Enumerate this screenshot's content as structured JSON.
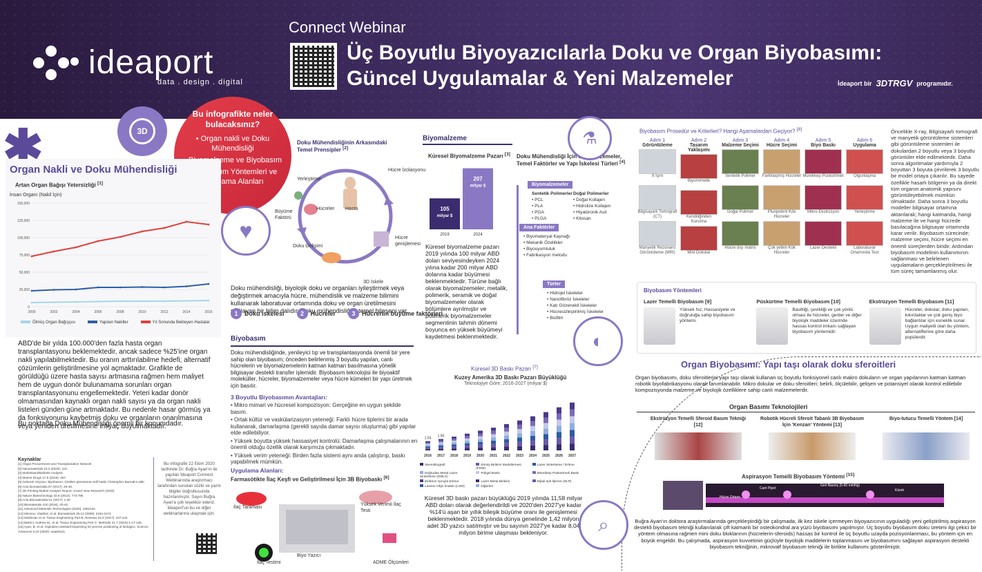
{
  "header": {
    "logo": "ideaport",
    "logo_sub": "data . design . digital",
    "event": "Connect Webinar",
    "title_line1": "Üç Boyutlu Biyoyazıcılarla Doku ve Organ Biyobasımı:",
    "title_line2": "Güncel Uygulamalar & Yeni Malzemeler",
    "partner_left": "İdeaport bir",
    "partner_brand": "3DTRGV",
    "partner_right": "programıdır."
  },
  "infocard": {
    "title": "Bu infografikte neler bulacaksınız?",
    "items": [
      "• Organ nakli ve Doku Mühendisliği",
      "• Biyomalzeme ve Biyobasım",
      "• Biyobasım Yöntemleri ve Uygulama Alanları"
    ]
  },
  "left": {
    "title": "Organ Nakli ve Doku Mühendisliği",
    "chart_title": "Artan Organ Bağışı Yetersizliği",
    "chart_ref": "[1]",
    "ylabel": "İnsan Organı (Nakil İçin)",
    "p1": "ABD'de bir yılda 100.000'den fazla hasta organ transplantasyonu beklemektedir, ancak sadece %25'ine organ nakli yapılabilmektedir. Bu oranın arttırılabilme hedefi; alternatif çözümlerin geliştirilmesine yol açmaktadır. Grafikte de görüldüğü üzere hasta sayısı artmasına rağmen hem maliyet hem de uygun donör bulunamama sorunları organ transplantasyonunu engellemektedir. Yeteri kadar donör olmamasından kaynaklı organ nakli sayısı ya da organ nakli listeleri günden güne artmaktadır. Bu nedenle hasar görmüş ya da fonksiyonunu kaybetmiş doku ve organların onarılmasına veya yeniden üretilmesine ihtiyaç duyulmaktadır.",
    "p2": "Bu noktada Doku Mühendisliği önemli bir konumdadır.",
    "refs_title": "Kaynaklar",
    "refs": [
      "[1] Organ Procurement and Transplantation Network",
      "[2] Nanomaterials 10.3 (2020): 119.",
      "[3] MarketsandMarkets Analysis",
      "[4] Marine Drugs 17.8 (2019): 467",
      "[5] Gelecek Vizyonu: Biyobasım. Üretilen görüntünün telif hakkı Christopher Barnatt'a aittir.",
      "[6] Acta biomaterialia 57 (2017): 26-46.",
      "[7] 3D Printing Market Analysis Report, Grand View Research (2020)",
      "[8] Nature Biotechnology 32.8 (2014): 773-785",
      "[9] Acta Biomaterialia 51 (2017): 1-20",
      "[10] Biomaterials 102 (2016): 20-42",
      "[11] Advanced Materials Technologies (2020): 1901044.",
      "[12] Mironov, Vladimir, et al. Biomaterials 30.12 (2009): 2164-2174",
      "[13] Moldovan et al. Tissue Engineering Part B: Reviews 23.3 (2017): 237-244",
      "[14] Bakirci, Andrew M., et al. Tissue Engineering Part C: Methods 21.7 (2015):1-17-146.",
      "[15] Ayan, B. et al. Aspiration-assisted bioprinting for precise positioning of biologics. Science Advances 6.10 (2020): eaaw5111."
    ],
    "note": "Bu infografik 22 Ekim 2020 tarihinde Dr. Buğra Ayan'ın ile yapılan İdeaport Connect Webinarında araştırmacı tarafından sunulan sözlü ve yazılı bilgiler doğrultusunda hazırlanmıştır. Sayın Buğra Ayan'a çok teşekkür ederiz. İdeaport'un bu ve diğer webinarlarına ulaşmak için:"
  },
  "line_chart": {
    "type": "line",
    "x": [
      "2000",
      "2002",
      "2004",
      "2006",
      "2008",
      "2010",
      "2012",
      "2014",
      "2016"
    ],
    "ylim": [
      0,
      150000
    ],
    "yticks": [
      "0",
      "25,000",
      "50,000",
      "75,000",
      "100,000",
      "125,000",
      "150,000"
    ],
    "series": [
      {
        "name": "Ölmüş Organ Bağışçısı",
        "color": "#a6d6e8",
        "values": [
          6000,
          6500,
          7000,
          7500,
          8000,
          8000,
          8100,
          8500,
          9000
        ]
      },
      {
        "name": "Yapılan Nakiller",
        "color": "#2d5ea8",
        "values": [
          23000,
          24500,
          25000,
          28000,
          28000,
          28500,
          28000,
          29500,
          33000
        ]
      },
      {
        "name": "Yıl Sonunda Bekleyen Hastalar",
        "color": "#e0403c",
        "values": [
          73000,
          80000,
          86000,
          95000,
          101000,
          109000,
          114000,
          123000,
          119000
        ]
      }
    ]
  },
  "tissue": {
    "title": "Doku Mühendisliğinin Arkasındaki Temel Prensipler",
    "ref": "[2]",
    "labels": [
      "Hücre İzolasyonu",
      "Yerleştirme",
      "Büyüme Faktörü",
      "Hücreler",
      "Hasta",
      "Hücre genişlemesi",
      "Doku Gelişimi",
      "3D İskele"
    ],
    "text": "Doku mühendisliği, biyolojik doku ve organları iyileştirmek veya değiştirmek amacıyla hücre, mühendislik ve malzeme bilimini kullanarak laboratuvar ortamında doku ve organ üretilmesini sağlayan bir bilim dalıdır. Doku mühendisliği 3 temel bileşeni var.",
    "items": [
      {
        "n": "1",
        "l": "Doku iskelesi"
      },
      {
        "n": "2",
        "l": "Hücreler"
      },
      {
        "n": "3",
        "l": "Hücrenin büyüme faktörleri"
      }
    ]
  },
  "biomat": {
    "title": "Biyomalzeme",
    "chart_title": "Küresel Biyomalzeme Pazarı",
    "chart_ref": "[3]",
    "text": "Küresel biyomalzeme pazarı 2019 yılında 100 milyar ABD doları seviyesindeyken 2024 yılına kadar 200 milyar ABD dolarına kadar büyümesi beklenmektedir. Türüne bağlı olarak biyomalzemeler; metalik, polimerik, seramik ve doğal biyomalzemeler olarak bölümlere ayrılmıştır ve polimerik biyomalzemeler segmentinin tahmin dönemi boyunca en yüksek büyümeyi kaydetmesi beklenmektedir.",
    "scaffold_title": "Doku Mühendisliği İçin Biyomalzemeler, Temel Faktörler ve Yapı İskelesi Türleri",
    "scaffold_ref": "[4]",
    "tab_bio": "Biyomalzemeler",
    "syn_title": "Sentetik Polimerler",
    "syn": [
      "PCL",
      "PLA",
      "PGA",
      "PLGA"
    ],
    "nat_title": "Doğal Polimerler",
    "nat": [
      "Doğal Kollajen",
      "Hidrolize Kollajen",
      "Hiyalüronik Asit",
      "Kitosan"
    ],
    "tab_main": "Ana Faktörler",
    "main": [
      "Biyomateryal Kaynağı",
      "Mekanik Özellikler",
      "Biyouyumluluk",
      "Fabrikasyon metodu"
    ],
    "tab_types": "Türler",
    "types": [
      "Hidrojel İskeleler",
      "Nanofibröz İskeleler",
      "Katı Gözenekli İskeleler",
      "Hücresizleştirilmiş İskeleler",
      "Biofilm"
    ]
  },
  "bar_chart": {
    "type": "bar",
    "categories": [
      "2019",
      "2024"
    ],
    "values": [
      105,
      207
    ],
    "labels": [
      "105 milyar $",
      "207 milyar $"
    ],
    "colors": [
      "#3a2c6e",
      "#8a78c4"
    ],
    "ylim": [
      0,
      220
    ]
  },
  "bioprint": {
    "title": "Biyobasım",
    "text": "Doku mühendisliğinde, yenileyici tıp ve transplantasyonda önemli bir yere sahip olan biyobasım; önceden belirlenmiş 3 boyutlu yapılan, canlı hücrelerin ve biyomalzemelerin katman katman basılmasına yönelik bilgisayar destekli transfer işlemidir. Biyobasım teknolojisi ile biyoaktif moleküller, hücreler, biyomalzemeler veya hücre kümeleri bir yapı üretmek için basılır.",
    "adv_title": "3 Boyutlu Biyobasımın Avantajları:",
    "adv": [
      "Mikro mimari ve hücresel kompozisyon: Gerçeğine en uygun şekilde basım.",
      "Ortak kültür ve vaskülarizasyon yeteneği: Farklı hücre tiplerini bir arada kullanarak, damarlaşma (gerekli sayıda damar sayısı oluşturma) gibi yapılar elde edilebiliyor.",
      "Yüksek boyutta yüksek hassasiyet kontrolü: Damarlaşma çalışmalarının en önemli olduğu özellik olarak karşımıza çıkmaktadır.",
      "Yüksek verim yeteneği: Birden fazla sistemi aynı anda çalıştırıp, baskı yapabilmek mümkün."
    ],
    "use_title": "Uygulama Alanları:",
    "use_sub": "Farmasötikte İlaç Keşfi ve Geliştirilmesi İçin 3B Biyobaskı",
    "use_ref": "[6]",
    "use_labels": [
      "İlaç Taraması",
      "Yüksek Verimli İlaç Testi",
      "Biyo Yazıcı",
      "İlaç Testimi",
      "ADME Ölçümleri"
    ]
  },
  "market3d": {
    "title": "Küresel 3D Baskı Pazarı",
    "ref": "[7]",
    "chart_title": "Kuzey Amerika 3D Baskı Pazarı Büyüklüğü",
    "chart_sub": "Teknolojiye Göre, 2016-2027 (milyar $)",
    "text": "Küresel 3D baskı pazarı büyüklüğü 2019 yılında 11,58 milyar ABD doları olarak değerlendirildi ve 2020'den 2027'ye kadar %14'ü aşan bir yıllık bileşik büyüme oranı ile genişlemesi beklenmektedir. 2018 yılında dünya genelinde 1,42 milyon adet 3D yazıcı satılmıştır ve bu sayının 2027'ye kadar 8,04 milyon birime ulaşması bekleniyor.",
    "legend": [
      "Stereolitografi",
      "Erimiş Birikimi Modellemesi (FDM)",
      "Lazer Sinterleme / Eritme",
      "Doğrudan Metal Lazer Sinterleme (DMLS)",
      "Poligel Baskı",
      "Mürekkep Püskürtmeli Baskı",
      "Elektron Işınıyla Eritme",
      "Lazer Metal Birikimi",
      "Dijital Işık İşleme (DLP)",
      "Lamine Obje İmalatı (LOM)",
      "Diğerleri"
    ]
  },
  "stack_chart": {
    "type": "bar",
    "categories": [
      "2016",
      "2017",
      "2018",
      "2019",
      "2020",
      "2021",
      "2022",
      "2023",
      "2024",
      "2025",
      "2026",
      "2027"
    ],
    "values": [
      1.55,
      1.9,
      2.3,
      2.8,
      3.3,
      3.8,
      4.4,
      5.0,
      5.7,
      6.4,
      7.2,
      8.0
    ],
    "data_labels": [
      "1.55",
      "1.90"
    ],
    "colors": [
      "#3a2c6e",
      "#6c5aa8",
      "#2e5aa0",
      "#90aede",
      "#c4c9e8",
      "#7a6ab8",
      "#4a3a88"
    ]
  },
  "procedure": {
    "title": "Biyobasım Prosedür ve Kriterleri? Hangi Aşamalardan Geçiyor?",
    "ref": "[8]",
    "steps": [
      {
        "a": "Adım 1",
        "t": "Görüntüleme",
        "i": [
          "X Işını",
          "Bilgisayarlı Tomografi (CT)",
          "Manyetik Rezonans Görüntüleme (MRI)"
        ]
      },
      {
        "a": "Adım 2",
        "t": "Tasarım Yaklaşımı",
        "i": [
          "Biyomimetik",
          "Kendiliğinden Kurulma",
          "Mini Dokular"
        ]
      },
      {
        "a": "Adım 3",
        "t": "Malzeme Seçimi",
        "i": [
          "Sentetik Polimer",
          "Doğal Polimer",
          "Hücre dışı matris"
        ]
      },
      {
        "a": "Adım 4",
        "t": "Hücre Seçimi",
        "i": [
          "Farklılaşmış Hücreler",
          "Pluripotent Kök Hücreler",
          "Çok yetkin Kök Hücreler"
        ]
      },
      {
        "a": "Adım 5",
        "t": "Biyo Baskı",
        "i": [
          "Mürekkep Püskürtmeli",
          "Mikro Ekstrüzyon",
          "Lazer Destekli"
        ]
      },
      {
        "a": "Adım 6",
        "t": "Uygulama",
        "i": [
          "Olgunlaşma",
          "Yerleştirme",
          "Laboratuvar Ortamında Test"
        ]
      }
    ],
    "text": "Öncelikle X-ray, Bilgisayarlı tomografi ve manyetik görüntüleme sistemleri gibi görüntüleme sistemleri ile dokulardan 2 boyutlu veya 3 boyutlu görüntüler elde edilmektedir. Daha sonra algoritmalar yardımıyla 2 boyuttan 3 boyuta çevrilerek 3 boyutlu bir model ortaya çıkarılır. Bu sayede özellikle hasarlı bölgenin ya da direkt tüm organın anatomik yapısını görüntüleyebilmek mümkün olmaktadır. Daha sonra 3 boyutlu modeller bilgisayar ortamına aktarılarak; hangi katmanda, hangi malzeme ile ve hangi hücrede basılacağına bilgisayar ortamında karar verilir. Biyobasım sürecinde; malzeme seçimi, hücre seçimi en önemli süreçlerden biridir. Ardından biyobasım modelinin kullanımının sağlanması ve belirlenen uygulamaların gerçekleştirilmesi ile tüm süreç tamamlanmış olur."
  },
  "methods": {
    "title": "Biyobasım Yöntemleri",
    "items": [
      {
        "t": "Lazer Temelli Biyobasım",
        "r": "[9]",
        "d": "Yüksek hız, Hassasiyete ve doğruluğa sahip biyobasım yöntemi."
      },
      {
        "t": "Püskürtme Temelli Biyobasım",
        "r": "[10]",
        "d": "Basitliği, çevikliği ve çok yönlü olması ile hücreler, genler ve diğer biyolojik maddeler üzerinde hassas kontrol imkanı sağlayan biyobasım yöntemidir."
      },
      {
        "t": "Ekstrüzyon Temelli Biyobasım",
        "r": "[11]",
        "d": "Hücreler, dokular, doku yapıları, kıkırdaklar ve çok geniş biyo bağlantılar için esneklik sunar. Uygun maliyetli olan bu yöntem, alternatiflerine göre daha popülerdir."
      }
    ]
  },
  "organ": {
    "title": "Organ Biyobasımı: Yapı taşı olarak doku sferoitleri",
    "text": "Organ biyobasımı, doku sferoitlerini yapı taşı olarak kullanan üç boyutlu fonksiyonel canlı makro dokuların ve organ yapılarının katman katman robotik biyofabrikasyonu olarak tanımlanabilir. Mikro dokular ve doku sferoitleri; belirli, ölçülebilir, gelişen ve potansiyel olarak kontrol edilebilir kompozisyonda malzeme ve biyolojik özelliklere sahip canlı malzemelerdir.",
    "tech_title": "Organ Basımı Teknolojileri",
    "techs": [
      {
        "t": "Ekstrüzyon Temelli Sferoid Basım Tekniği",
        "r": "[12]"
      },
      {
        "t": "Robotik Hücreli Sferoit Tabanlı 3B Biyobasım İçin 'Kenzan' Yöntemi",
        "r": "[13]"
      },
      {
        "t": "Biyo-tutucu Temelli Yöntem",
        "r": "[14]"
      }
    ],
    "asp_title": "Aspirasyon Temelli Biyobasım Yöntemi",
    "asp_ref": "[15]",
    "asp_labels": [
      "Geri Basınç (5-60 mmHg)",
      "Cam Pipet",
      "Hücre Ortamı",
      "Kürek"
    ],
    "text2": "Buğra Ayan'ın doktora araştırmalarında gerçekleştirdiği bir çalışmada, ilk kez iskele içermeyen biyoyazıcının uyguladığı yeni geliştirilmiş aspirasyon destekli biyobasım tekniği kullanılarak çift katmanlı bir osteokondral ara yüzü biyobasımı yapılmıştır. Üç boyutlu biyobasım doku üretimi ilgi çekici bir yöntem olmasına rağmen mini doku bloklarının (hücrelerin-sferoids) hassas bir kontrol ile üç boyutlu uzayda pozisyonlanması, bu yöntem için en büyük engeldir. Bu çalışmada, aspirasyon kuvvetinin güçlüyle biyolojik maddelerin toplanmasını ve biyobasımını sağlayan aspirasyon destekli biyobasım tekniğinin, mikrovalf biyobasım tekniği ile birlikte kullanımı gösterilmiştir."
  },
  "icons": {
    "badge": "3D"
  }
}
